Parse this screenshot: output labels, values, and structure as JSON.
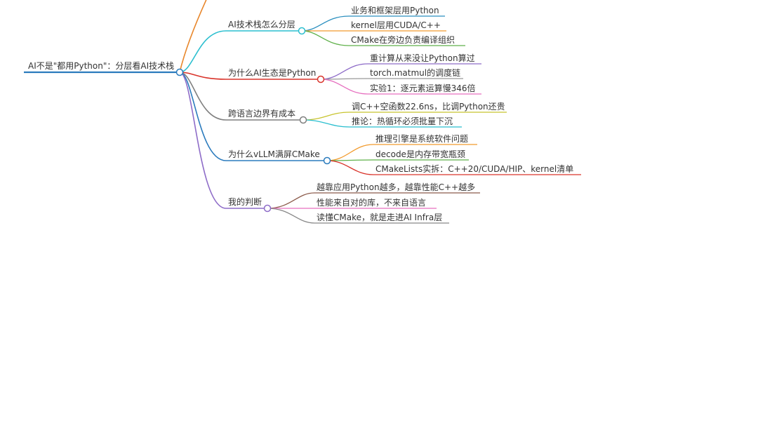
{
  "mindmap": {
    "root": {
      "label": "AI不是\"都用Python\"：分层看AI技术栈",
      "color": "#2b7bbd"
    },
    "offscreen_branch": {
      "color": "#e8872c"
    },
    "branches": [
      {
        "label": "AI技术栈怎么分层",
        "color": "#2bbfcf",
        "children": [
          {
            "label": "业务和框架层用Python",
            "color": "#2b8fbf"
          },
          {
            "label": "kernel层用CUDA/C++",
            "color": "#f29b2e"
          },
          {
            "label": "CMake在旁边负责编译组织",
            "color": "#5fb14a"
          }
        ]
      },
      {
        "label": "为什么AI生态是Python",
        "color": "#d9342b",
        "children": [
          {
            "label": "重计算从来没让Python算过",
            "color": "#8e6cc8"
          },
          {
            "label": "torch.matmul的调度链",
            "color": "#999999"
          },
          {
            "label": "实验1：逐元素运算慢346倍",
            "color": "#e66fbf"
          }
        ]
      },
      {
        "label": "跨语言边界有成本",
        "color": "#7f7f7f",
        "children": [
          {
            "label": "调C++空函数22.6ns，比调Python还贵",
            "color": "#c8c42e"
          },
          {
            "label": "推论：热循环必须批量下沉",
            "color": "#2bbfcf"
          }
        ]
      },
      {
        "label": "为什么vLLM满屏CMake",
        "color": "#2b7bbd",
        "children": [
          {
            "label": "推理引擎是系统软件问题",
            "color": "#f29b2e"
          },
          {
            "label": "decode是内存带宽瓶颈",
            "color": "#5fb14a"
          },
          {
            "label": "CMakeLists实拆：C++20/CUDA/HIP、kernel清单",
            "color": "#d9342b"
          }
        ]
      },
      {
        "label": "我的判断",
        "color": "#8e6cc8",
        "children": [
          {
            "label": "越靠应用Python越多，越靠性能C++越多",
            "color": "#8b5a4a"
          },
          {
            "label": "性能来自对的库，不来自语言",
            "color": "#e66fbf"
          },
          {
            "label": "读懂CMake，就是走进AI Infra层",
            "color": "#888888"
          }
        ]
      }
    ]
  }
}
